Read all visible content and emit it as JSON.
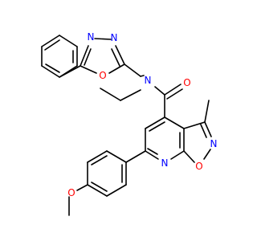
{
  "colors": {
    "bond": "#000000",
    "oxygen": "#ff0000",
    "nitrogen": "#0000ff",
    "background": "#ffffff"
  },
  "atoms": {
    "n_oxadiazole_1": "N",
    "n_oxadiazole_2": "N",
    "o_oxadiazole": "O",
    "n_amide": "N",
    "o_carbonyl": "O",
    "n_isoxazole": "N",
    "o_isoxazole": "O",
    "n_pyridine": "N",
    "o_methoxy": "O"
  }
}
